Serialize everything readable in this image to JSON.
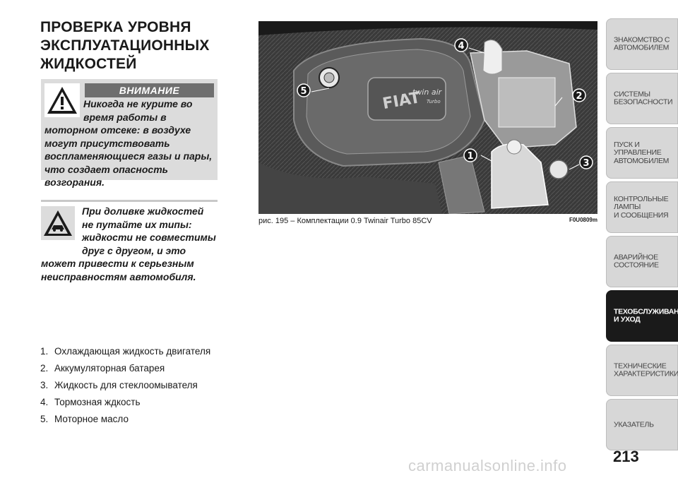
{
  "title": "ПРОВЕРКА УРОВНЯ ЭКСПЛУАТАЦИОННЫХ ЖИДКОСТЕЙ",
  "warning": {
    "badge": "ВНИМАНИЕ",
    "text": "Никогда не курите во время работы в моторном отсеке: в воздухе могут присутствовать воспламеняющиеся газы и пары, что создает опасность возгорания."
  },
  "caution": {
    "text": "При доливке жидкостей не путайте их типы: жидкости не совместимы друг с другом, и это может привести к серьезным неисправностям автомобиля."
  },
  "legend": [
    {
      "num": "1.",
      "label": "Охлаждающая жидкость двигателя"
    },
    {
      "num": "2.",
      "label": "Аккумуляторная батарея"
    },
    {
      "num": "3.",
      "label": "Жидкость для стеклоомывателя"
    },
    {
      "num": "4.",
      "label": "Тормозная ждкость"
    },
    {
      "num": "5.",
      "label": "Моторное масло"
    }
  ],
  "figure": {
    "caption": "рис. 195 – Комплектации 0.9 Twinair Turbo 85CV",
    "code": "F0U0809m",
    "callouts": [
      "1",
      "2",
      "3",
      "4",
      "5"
    ],
    "cover_text": "FIAT",
    "cover_subtext": "twin air",
    "cover_small": "Turbo"
  },
  "tabs": [
    {
      "label": "ЗНАКОМСТВО С\nАВТОМОБИЛЕМ",
      "active": false
    },
    {
      "label": "СИСТЕМЫ\nБЕЗОПАСНОСТИ",
      "active": false
    },
    {
      "label": "ПУСК И УПРАВЛЕНИЕ\nАВТОМОБИЛЕМ",
      "active": false
    },
    {
      "label": "КОНТРОЛЬНЫЕ\nЛАМПЫ\nИ СООБЩЕНИЯ",
      "active": false
    },
    {
      "label": "АВАРИЙНОЕ\nСОСТОЯНИЕ",
      "active": false
    },
    {
      "label": "ТЕХОБСЛУЖИВАНИЕ\nИ УХОД",
      "active": true
    },
    {
      "label": "ТЕХНИЧЕСКИЕ\nХАРАКТЕРИСТИКИ",
      "active": false
    },
    {
      "label": "УКАЗАТЕЛЬ",
      "active": false
    }
  ],
  "page_number": "213",
  "watermark": "carmanualsonline.info"
}
